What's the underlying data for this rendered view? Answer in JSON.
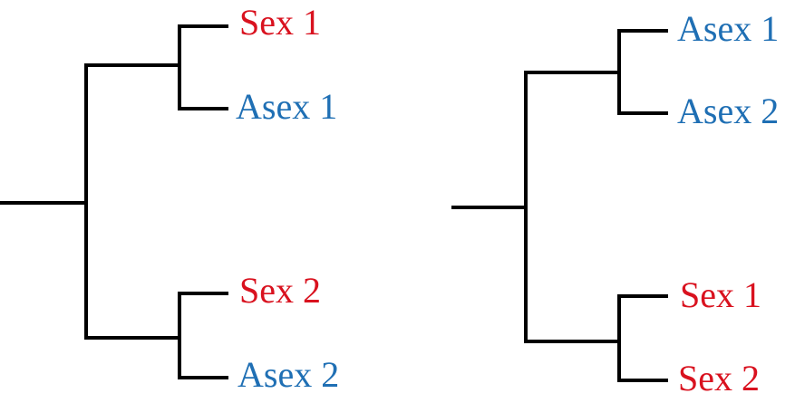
{
  "colors": {
    "sexual": "#d9121f",
    "asexual": "#1f6fb4",
    "branch": "#000000"
  },
  "trees": [
    {
      "name": "left-tree",
      "tips": [
        {
          "label": "Sex 1",
          "group": "sexual"
        },
        {
          "label": "Asex 1",
          "group": "asexual"
        },
        {
          "label": "Sex 2",
          "group": "sexual"
        },
        {
          "label": "Asex 2",
          "group": "asexual"
        }
      ]
    },
    {
      "name": "right-tree",
      "tips": [
        {
          "label": "Asex 1",
          "group": "asexual"
        },
        {
          "label": "Asex 2",
          "group": "asexual"
        },
        {
          "label": "Sex 1",
          "group": "sexual"
        },
        {
          "label": "Sex 2",
          "group": "sexual"
        }
      ]
    }
  ]
}
